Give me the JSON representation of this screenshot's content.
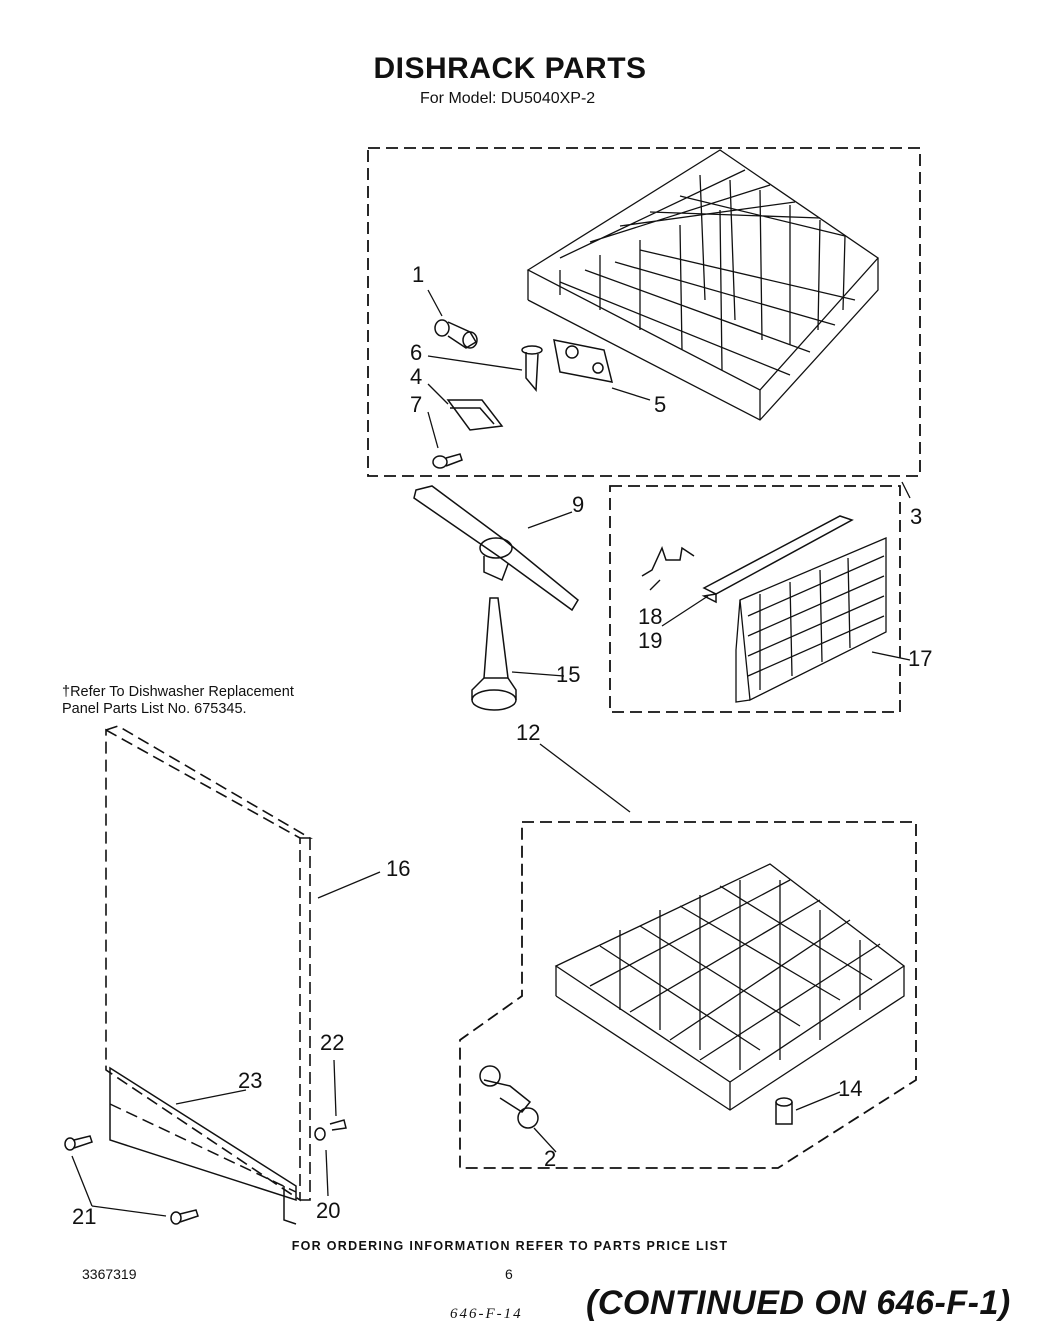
{
  "header": {
    "title": "DISHRACK PARTS",
    "subtitle": "For Model: DU5040XP-2"
  },
  "note": {
    "line1": "†Refer To Dishwasher Replacement",
    "line2": "Panel Parts List No. 675345."
  },
  "callouts": {
    "c1": "1",
    "c2": "2",
    "c3": "3",
    "c4": "4",
    "c5": "5",
    "c6": "6",
    "c7": "7",
    "c9": "9",
    "c12": "12",
    "c14": "14",
    "c15": "15",
    "c16": "16",
    "c17": "17",
    "c18": "18",
    "c19": "19",
    "c20": "20",
    "c21": "21",
    "c22": "22",
    "c23": "23"
  },
  "footer": {
    "ordering": "FOR ORDERING INFORMATION REFER TO PARTS PRICE LIST",
    "doc_number": "3367319",
    "page_number": "6",
    "handwritten_ref": "646-F-14",
    "continued": "(CONTINUED ON 646-F-1)"
  }
}
